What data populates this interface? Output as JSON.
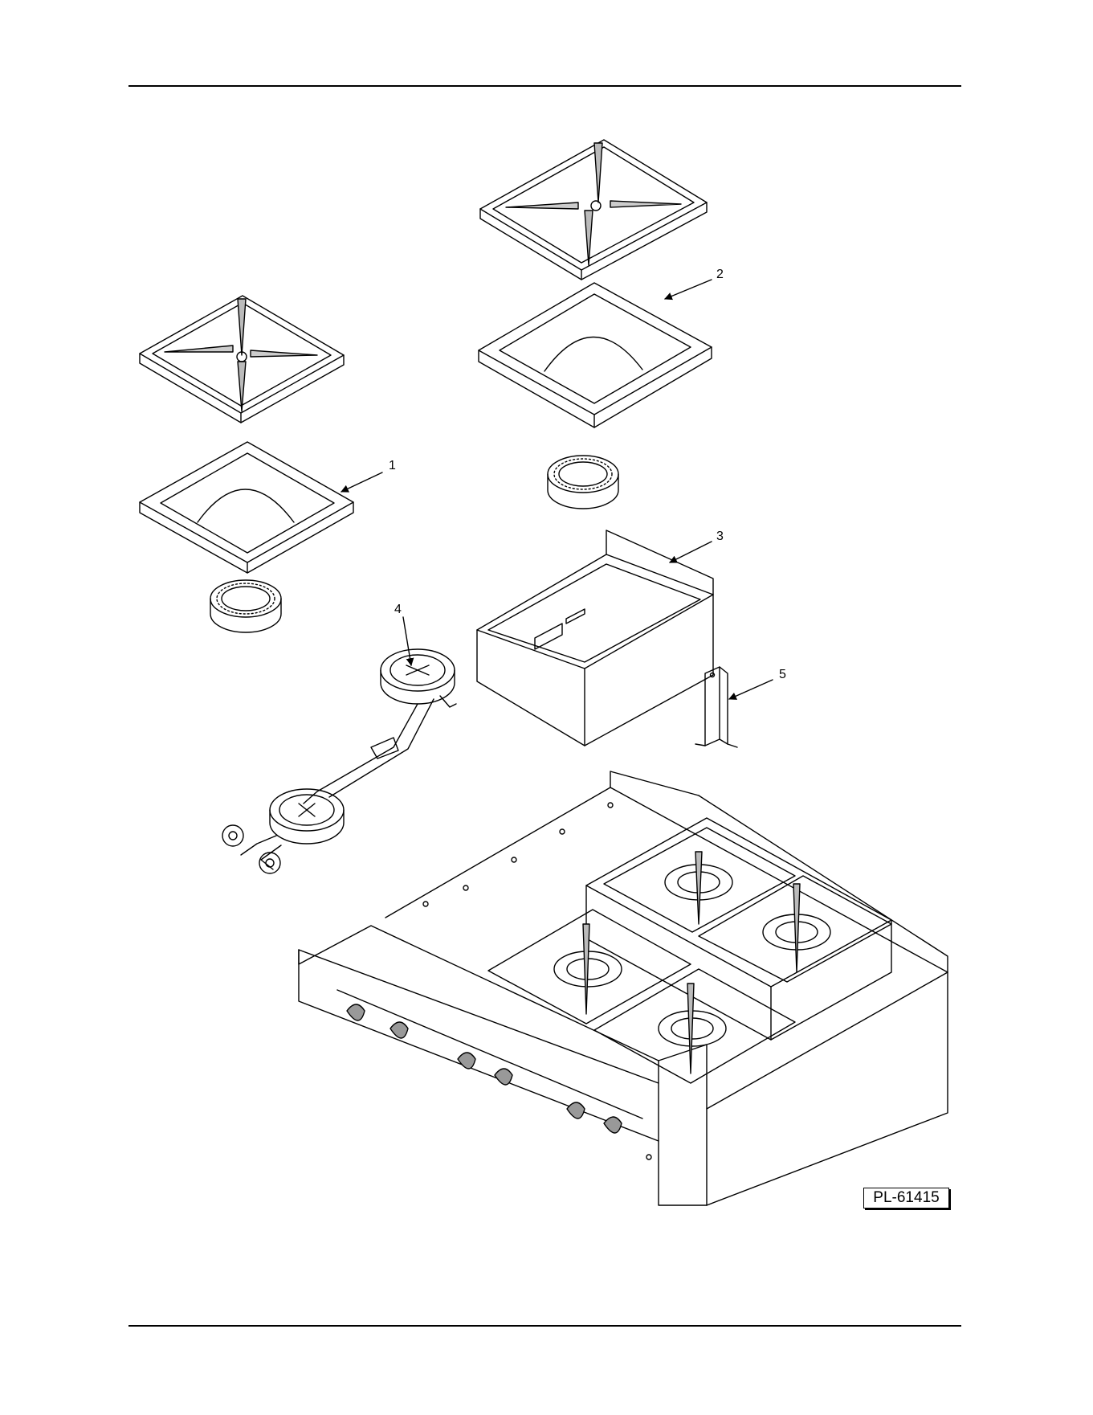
{
  "callouts": {
    "part_1": "1",
    "part_2": "2",
    "part_3": "3",
    "part_4": "4",
    "part_5": "5"
  },
  "drawing_id": "PL-61415"
}
